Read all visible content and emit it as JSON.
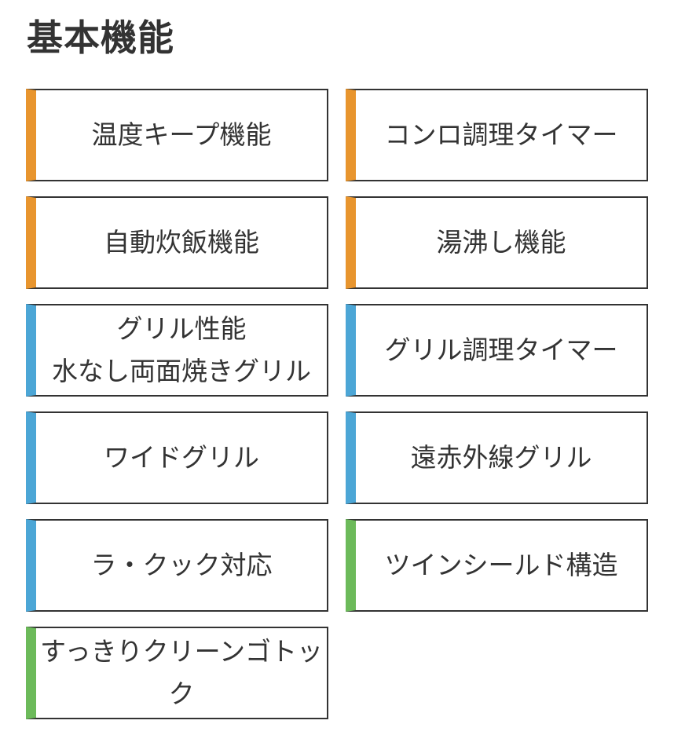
{
  "section": {
    "title": "基本機能"
  },
  "colors": {
    "orange": "#e8952e",
    "blue": "#4ca6d6",
    "green": "#6cba5a",
    "border": "#333333",
    "text": "#333333"
  },
  "features": [
    {
      "lines": [
        "温度キープ機能"
      ],
      "category": "orange"
    },
    {
      "lines": [
        "コンロ調理タイマー"
      ],
      "category": "orange"
    },
    {
      "lines": [
        "自動炊飯機能"
      ],
      "category": "orange"
    },
    {
      "lines": [
        "湯沸し機能"
      ],
      "category": "orange"
    },
    {
      "lines": [
        "グリル性能",
        "水なし両面焼きグリル"
      ],
      "category": "blue"
    },
    {
      "lines": [
        "グリル調理タイマー"
      ],
      "category": "blue"
    },
    {
      "lines": [
        "ワイドグリル"
      ],
      "category": "blue"
    },
    {
      "lines": [
        "遠赤外線グリル"
      ],
      "category": "blue"
    },
    {
      "lines": [
        "ラ・クック対応"
      ],
      "category": "blue"
    },
    {
      "lines": [
        "ツインシールド構造"
      ],
      "category": "green"
    },
    {
      "lines": [
        "すっきりクリーンゴトッ",
        "ク"
      ],
      "category": "green"
    }
  ]
}
